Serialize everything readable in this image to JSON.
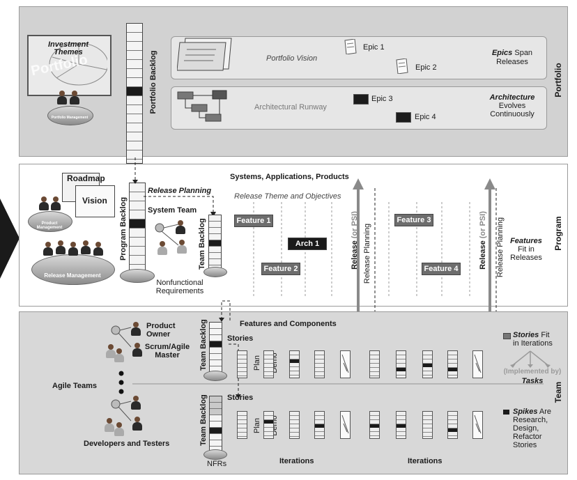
{
  "portfolio": {
    "label": "Portfolio",
    "investment_themes": "Investment Themes",
    "portfolio_word": "Portfolio",
    "portfolio_management": "Portfolio Management",
    "portfolio_backlog": "Portfolio Backlog",
    "vision_label": "Portfolio Vision",
    "runway_label": "Architectural Runway",
    "epics": [
      "Epic 1",
      "Epic 2",
      "Epic 3",
      "Epic 4"
    ],
    "epics_span_em": "Epics",
    "epics_span_rest": "Span Releases",
    "arch_em": "Architecture",
    "arch_rest": "Evolves Continuously"
  },
  "program": {
    "label": "Program",
    "roadmap": "Roadmap",
    "vision": "Vision",
    "product_management": "Product Management",
    "release_management": "Release Management",
    "program_backlog": "Program Backlog",
    "release_planning": "Release Planning",
    "system_team": "System Team",
    "team_backlog": "Team Backlog",
    "nonfunctional": "Nonfunctional Requirements",
    "systems_title": "Systems, Applications, Products",
    "release_theme": "Release Theme and Objectives",
    "features": [
      "Feature 1",
      "Feature 2",
      "Feature 3",
      "Feature 4"
    ],
    "arch1": "Arch 1",
    "release_psi_a": "Release",
    "release_psi_b": "(or PSI)",
    "release_planning_vert": "Release Planning",
    "features_em": "Features",
    "features_rest": "Fit in Releases"
  },
  "team": {
    "label": "Team",
    "product_owner": "Product Owner",
    "scrum_master": "Scrum/Agile Master",
    "agile_teams": "Agile Teams",
    "dev_testers": "Developers and Testers",
    "team_backlog": "Team Backlog",
    "features_components": "Features and Components",
    "stories": "Stories",
    "plan": "Plan",
    "demo": "Demo",
    "nfrs": "NFRs",
    "iterations": "Iterations",
    "stories_em": "Stories",
    "stories_rest": "Fit in Iterations",
    "implemented_by": "(Implemented by)",
    "tasks": "Tasks",
    "spikes_em": "Spikes",
    "spikes_rest": "Are Research, Design, Refactor Stories"
  },
  "colors": {
    "band_grey": "#d2d2d2",
    "band_white": "#ffffff",
    "dark": "#1a1a1a",
    "chip": "#6d6d6d"
  }
}
